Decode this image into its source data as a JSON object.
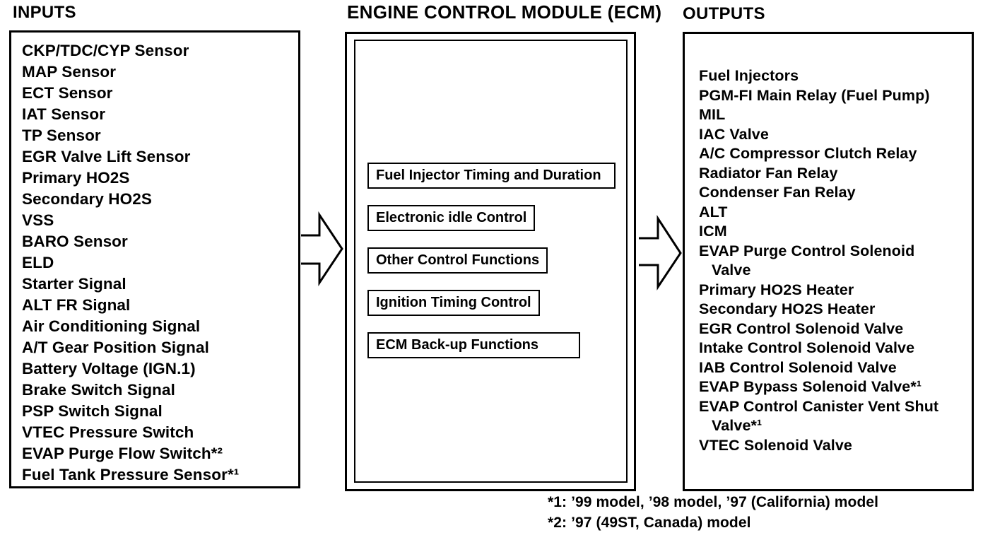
{
  "colors": {
    "ink": "#000000",
    "paper": "#ffffff"
  },
  "inputs": {
    "title": "INPUTS",
    "items": [
      "CKP/TDC/CYP Sensor",
      "MAP Sensor",
      "ECT Sensor",
      "IAT Sensor",
      "TP Sensor",
      "EGR Valve Lift Sensor",
      "Primary HO2S",
      "Secondary HO2S",
      "VSS",
      "BARO Sensor",
      "ELD",
      "Starter Signal",
      "ALT FR Signal",
      "Air Conditioning Signal",
      "A/T Gear Position Signal",
      "Battery Voltage (IGN.1)",
      "Brake Switch Signal",
      "PSP Switch Signal",
      "VTEC Pressure Switch",
      "EVAP Purge Flow Switch*²",
      "Fuel Tank Pressure Sensor*¹"
    ]
  },
  "ecm": {
    "title": "ENGINE CONTROL MODULE (ECM)",
    "functions": [
      "Fuel Injector Timing and Duration",
      "Electronic idle Control",
      "Other Control Functions",
      "Ignition Timing Control",
      "ECM Back-up Functions"
    ]
  },
  "outputs": {
    "title": "OUTPUTS",
    "items": [
      "Fuel Injectors",
      "PGM-FI Main Relay (Fuel Pump)",
      "MIL",
      "IAC Valve",
      "A/C Compressor Clutch Relay",
      "Radiator Fan Relay",
      "Condenser Fan Relay",
      "ALT",
      "ICM",
      "EVAP Purge Control Solenoid\nValve",
      "Primary HO2S Heater",
      "Secondary HO2S Heater",
      "EGR Control Solenoid Valve",
      "Intake Control Solenoid Valve",
      "IAB Control Solenoid Valve",
      "EVAP Bypass Solenoid Valve*¹",
      "EVAP Control Canister Vent Shut\nValve*¹",
      "VTEC Solenoid Valve"
    ]
  },
  "footnotes": [
    "*1: ’99 model, ’98 model, ’97 (California) model",
    "*2: ’97 (49ST, Canada) model"
  ]
}
